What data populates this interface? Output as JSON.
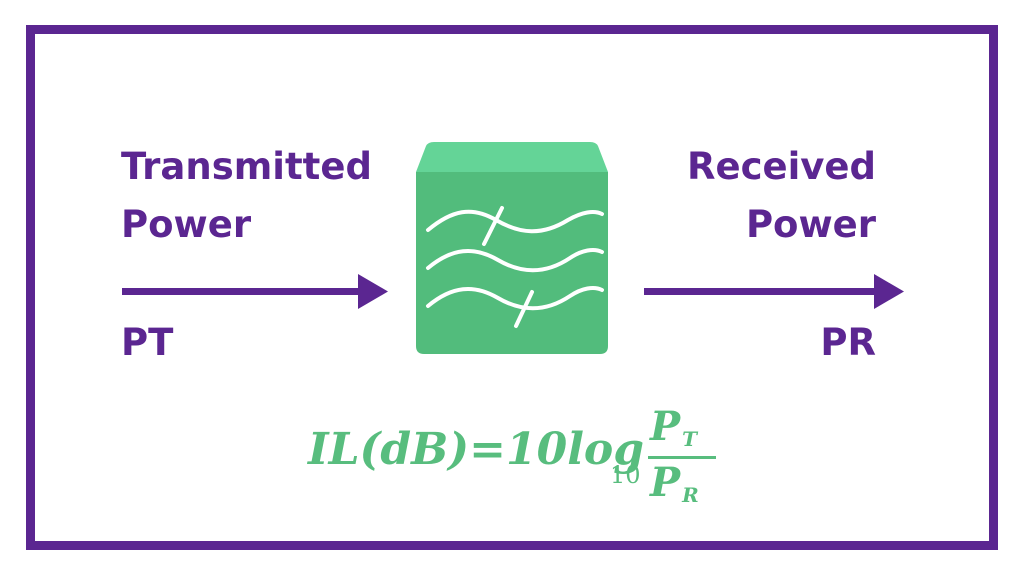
{
  "diagram": {
    "input": {
      "title_line1": "Transmitted",
      "title_line2": "Power",
      "symbol": "PT"
    },
    "output": {
      "title_line1": "Received",
      "title_line2": "Power",
      "symbol": "PR"
    },
    "formula": {
      "main": "IL(dB)=10log",
      "subscript": "10",
      "numerator": "P",
      "numerator_sub": "T",
      "denominator": "P",
      "denominator_sub": "R"
    },
    "colors": {
      "frame": "#5b2691",
      "text": "#5b2691",
      "filter_top": "#64d497",
      "filter_body": "#52bc7c",
      "formula": "#58bd7e",
      "wave": "#ffffff"
    },
    "icons": {
      "component": "filter-waves-icon"
    }
  }
}
